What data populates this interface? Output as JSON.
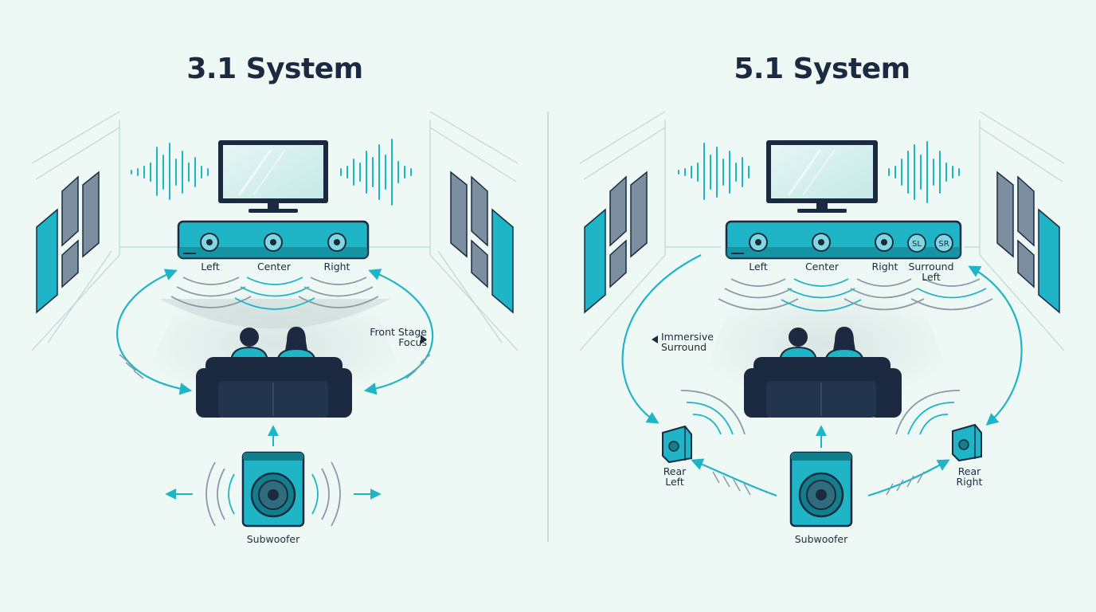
{
  "panels": [
    {
      "title": "3.1 System",
      "speaker_labels": [
        "Left",
        "Center",
        "Right"
      ],
      "annotation": "Front Stage\nFocus",
      "subwoofer_label": "Subwoofer"
    },
    {
      "title": "5.1 System",
      "speaker_labels": [
        "Left",
        "Center",
        "Right",
        "Surround\nLeft"
      ],
      "badges": [
        "SL",
        "SR"
      ],
      "annotation": "Immersive\nSurround",
      "rear_left_label": "Rear\nLeft",
      "rear_right_label": "Rear\nRight",
      "subwoofer_label": "Subwoofer"
    }
  ],
  "colors": {
    "teal": "#1fb5c6",
    "teal_dark": "#127e8c",
    "navy": "#1b2a40",
    "background": "#eef8f5",
    "wave_gray": "#8a9aa6"
  }
}
